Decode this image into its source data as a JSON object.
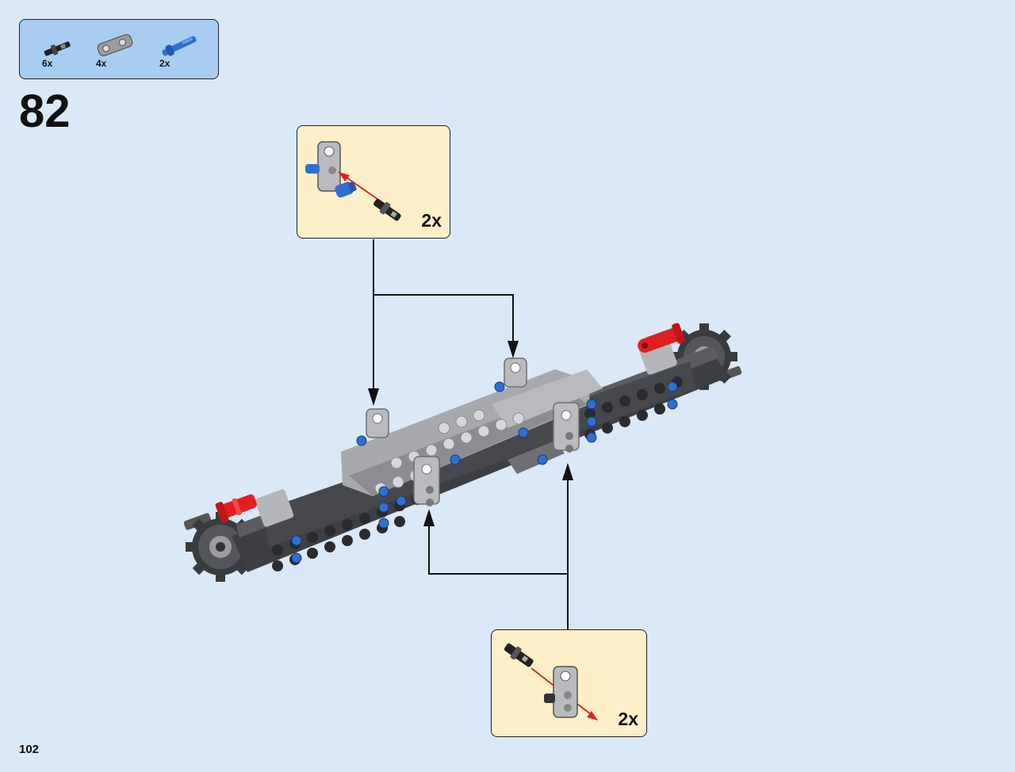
{
  "parts": [
    {
      "quantity": "6x",
      "icon": "black-axle-pin-icon",
      "color": "#222222"
    },
    {
      "quantity": "4x",
      "icon": "gray-beam-connector-icon",
      "color": "#9b9b9b"
    },
    {
      "quantity": "2x",
      "icon": "blue-axle-pin-icon",
      "color": "#2f6fd0"
    }
  ],
  "step": {
    "number": "82"
  },
  "callouts": {
    "top": {
      "quantity": "2x"
    },
    "bottom": {
      "quantity": "2x"
    }
  },
  "page": {
    "number": "102"
  },
  "colors": {
    "background": "#dbe8f8",
    "parts_box": "#a9cdf1",
    "callout": "#fdefc8",
    "beam": "#4b4d52",
    "light_gray": "#a7a9ad",
    "accent_blue": "#2f6fd0",
    "accent_red": "#e02020"
  }
}
